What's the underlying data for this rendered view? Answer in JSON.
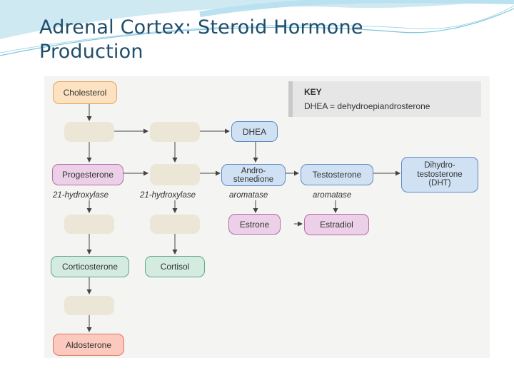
{
  "slide": {
    "title_lines": [
      "Adrenal Cortex: Steroid Hormone",
      "Production"
    ]
  },
  "diagram": {
    "key": {
      "title": "KEY",
      "entry": "DHEA = dehydroepiandrosterone"
    },
    "nodes": {
      "cholesterol": "Cholesterol",
      "progesterone": "Progesterone",
      "corticosterone": "Corticosterone",
      "aldosterone": "Aldosterone",
      "cortisol": "Cortisol",
      "dhea": "DHEA",
      "androstenedione": "Andro-\nstenedione",
      "testosterone": "Testosterone",
      "dht": "Dihydro-\ntestosterone\n(DHT)",
      "estrone": "Estrone",
      "estradiol": "Estradiol"
    },
    "enzymes": {
      "hydroxylase_1": "21-hydroxylase",
      "hydroxylase_2": "21-hydroxylase",
      "aromatase_1": "aromatase",
      "aromatase_2": "aromatase"
    },
    "colors": {
      "precursor": "#fce2c0",
      "progestins": "#ecd0e8",
      "androgens": "#d0e1f3",
      "glucocorticoids": "#d3ebe0",
      "estrogens": "#ecd0e8",
      "mineralocorticoids": "#fbc9bd",
      "blank_intermediate": "#ece6d7"
    }
  }
}
